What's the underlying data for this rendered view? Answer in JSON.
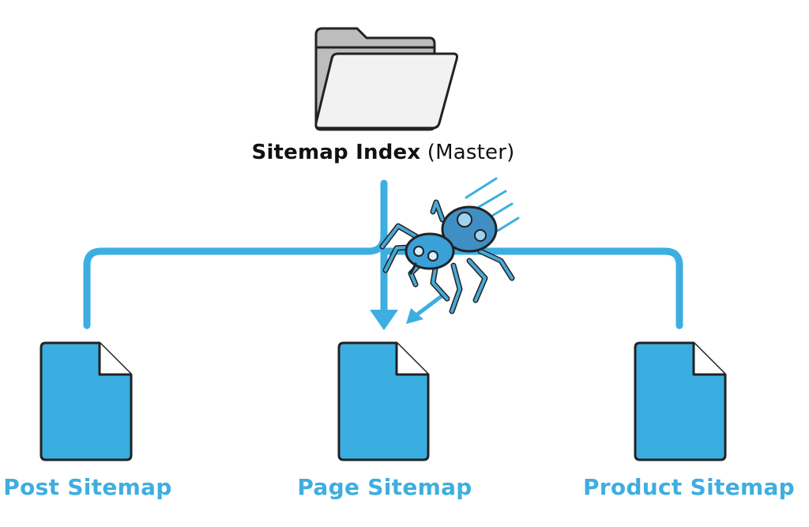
{
  "root": {
    "name_bold": "Sitemap Index",
    "name_suffix": "(Master)",
    "icon": "folder-icon"
  },
  "children": [
    {
      "label": "Post Sitemap",
      "icon": "document-icon"
    },
    {
      "label": "Page Sitemap",
      "icon": "document-icon"
    },
    {
      "label": "Product Sitemap",
      "icon": "document-icon"
    }
  ],
  "crawler": {
    "icon": "robot-spider-icon"
  },
  "colors": {
    "accent": "#3daee0",
    "document_fill": "#3aaee0",
    "outline": "#222222",
    "folder_fill": "#f2f2f2",
    "folder_back": "#bdbdbd",
    "root_text": "#111111"
  }
}
